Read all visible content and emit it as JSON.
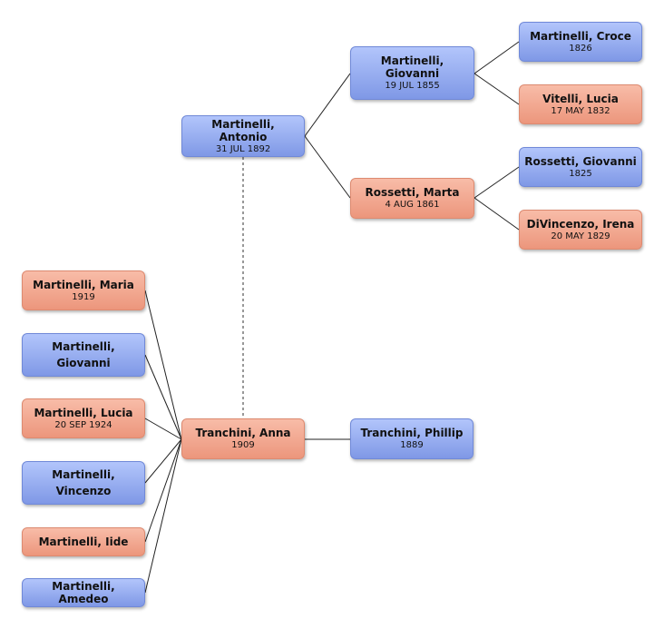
{
  "people": {
    "antonio": {
      "name": "Martinelli, Antonio",
      "date": "31 JUL 1892",
      "sex": "male"
    },
    "giovanni_gf": {
      "name": "Martinelli, Giovanni",
      "date": "19 JUL 1855",
      "sex": "male"
    },
    "marta": {
      "name": "Rossetti, Marta",
      "date": "4 AUG 1861",
      "sex": "female"
    },
    "croce": {
      "name": "Martinelli, Croce",
      "date": "1826",
      "sex": "male"
    },
    "lucia_vitelli": {
      "name": "Vitelli, Lucia",
      "date": "17 MAY 1832",
      "sex": "female"
    },
    "giovanni_rossetti": {
      "name": "Rossetti, Giovanni",
      "date": "1825",
      "sex": "male"
    },
    "irena": {
      "name": "DiVincenzo, Irena",
      "date": "20 MAY 1829",
      "sex": "female"
    },
    "anna": {
      "name": "Tranchini, Anna",
      "date": "1909",
      "sex": "female"
    },
    "phillip": {
      "name": "Tranchini, Phillip",
      "date": "1889",
      "sex": "male"
    },
    "maria": {
      "name": "Martinelli, Maria",
      "date": "1919",
      "sex": "female"
    },
    "giovanni_child": {
      "name": "Martinelli, Giovanni",
      "date": "",
      "sex": "male"
    },
    "lucia_child": {
      "name": "Martinelli, Lucia",
      "date": "20 SEP 1924",
      "sex": "female"
    },
    "vincenzo": {
      "name": "Martinelli, Vincenzo",
      "date": "",
      "sex": "male"
    },
    "iide": {
      "name": "Martinelli, Iide",
      "date": "",
      "sex": "female"
    },
    "amedeo": {
      "name": "Martinelli, Amedeo",
      "date": "",
      "sex": "male"
    }
  },
  "colors": {
    "male": "#93aef2",
    "female": "#f4a991",
    "line": "#222222"
  }
}
